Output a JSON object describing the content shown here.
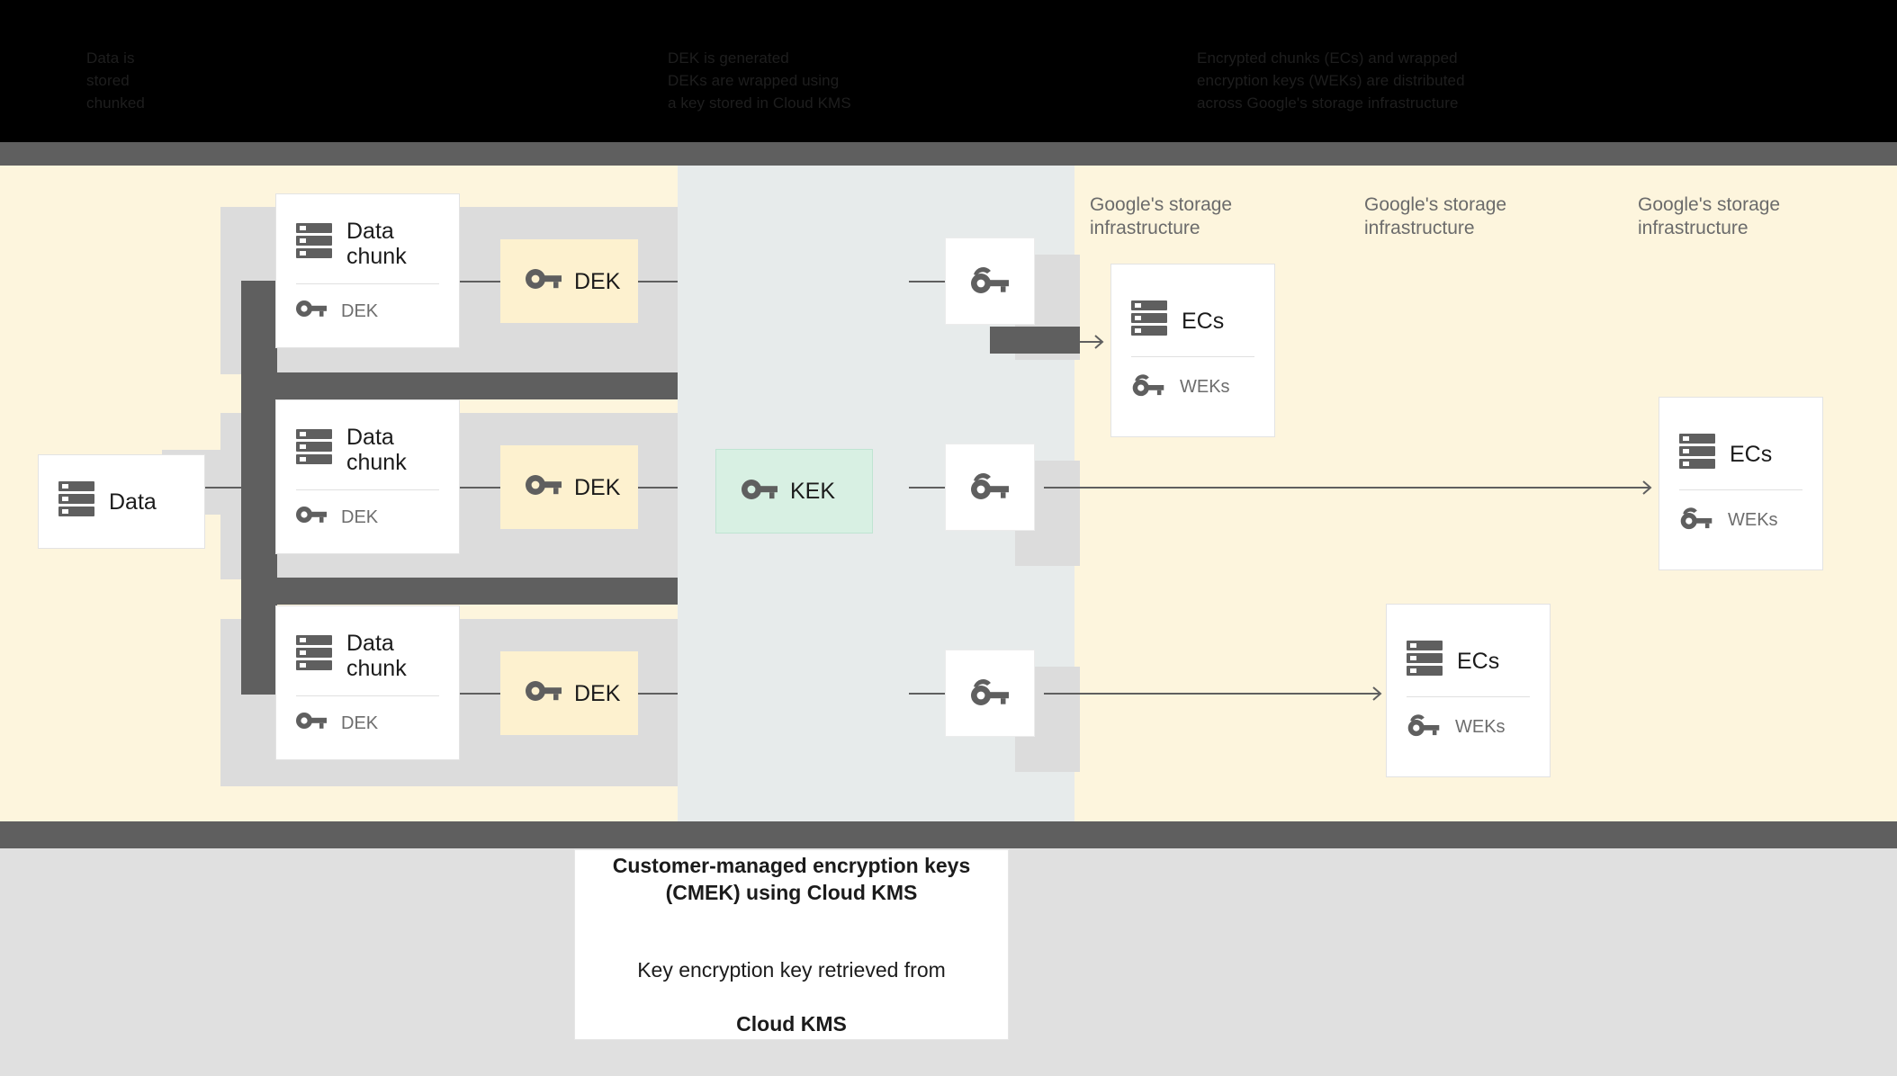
{
  "header": {
    "columns": [
      {
        "text": "Data is\nstored\nchunked"
      },
      {
        "text": "DEK is generated\nDEKs are wrapped using\na key stored in Cloud KMS"
      },
      {
        "text": "Encrypted chunks (ECs) and wrapped\nencryption keys (WEKs) are distributed\nacross Google's storage infrastructure"
      }
    ]
  },
  "diagram": {
    "source": {
      "label": "Data",
      "icon": "server-stack-icon"
    },
    "chunks": [
      {
        "label": "Data\nchunk",
        "footer": "DEK",
        "icon": "server-stack-icon",
        "footer_icon": "key-icon"
      },
      {
        "label": "Data\nchunk",
        "footer": "DEK",
        "icon": "server-stack-icon",
        "footer_icon": "key-icon"
      },
      {
        "label": "Data\nchunk",
        "footer": "DEK",
        "icon": "server-stack-icon",
        "footer_icon": "key-icon"
      }
    ],
    "deks": [
      {
        "label": "DEK",
        "icon": "key-icon"
      },
      {
        "label": "DEK",
        "icon": "key-icon"
      },
      {
        "label": "DEK",
        "icon": "key-icon"
      }
    ],
    "kek": {
      "label": "KEK",
      "icon": "key-icon"
    },
    "wrapped_keys": [
      {
        "icon": "wrapped-key-icon"
      },
      {
        "icon": "wrapped-key-icon"
      },
      {
        "icon": "wrapped-key-icon"
      }
    ],
    "storage_captions": [
      {
        "text": "Google's storage\ninfrastructure"
      },
      {
        "text": "Google's storage\ninfrastructure"
      },
      {
        "text": "Google's storage\ninfrastructure"
      }
    ],
    "ec_cards": [
      {
        "label": "ECs",
        "footer": "WEKs",
        "icon": "server-stack-icon",
        "footer_icon": "wrapped-key-icon"
      },
      {
        "label": "ECs",
        "footer": "WEKs",
        "icon": "server-stack-icon",
        "footer_icon": "wrapped-key-icon"
      },
      {
        "label": "ECs",
        "footer": "WEKs",
        "icon": "server-stack-icon",
        "footer_icon": "wrapped-key-icon"
      }
    ]
  },
  "caption": {
    "title": "Customer-managed encryption keys\n(CMEK) using Cloud KMS",
    "sub_line1": "Key encryption key retrieved from",
    "sub_line2": "Cloud KMS"
  },
  "colors": {
    "lane_cream": "#fdf5dd",
    "lane_grey": "#e7ebeb",
    "dek_chip": "#fdf1cf",
    "kek_chip": "#d8f0e3",
    "rail_grey": "#dcdcdc",
    "spine_dark": "#5f5f5f",
    "page_bottom": "#e0e0e0",
    "header_band": "#000000"
  }
}
